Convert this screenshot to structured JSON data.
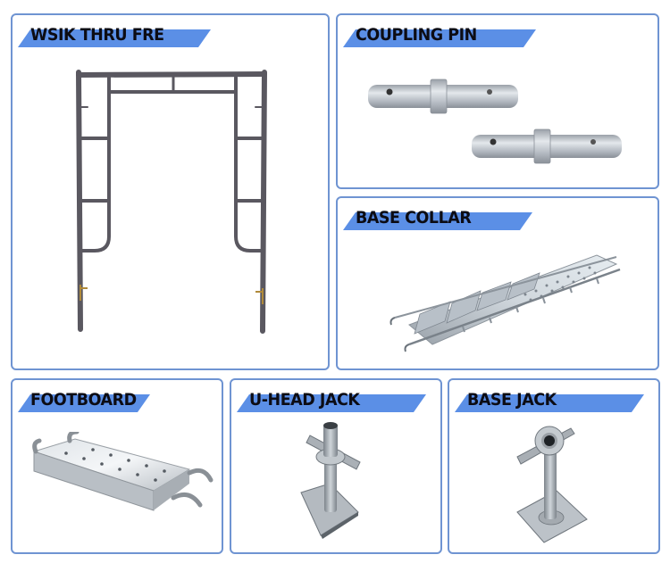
{
  "page": {
    "layout": "scaffolding-product-catalog-grid",
    "accent_color": "#5b8fe6",
    "border_color": "#6f94d2"
  },
  "products": [
    {
      "id": "walk-thru-frame",
      "label": "WSIK THRU FRE",
      "image": "walk-through scaffold frame (dark steel ladder frame with top arch and side rungs)"
    },
    {
      "id": "coupling-pin",
      "label": "COUPLING PIN",
      "image": "two galvanized coupling pins with center collar and holes"
    },
    {
      "id": "base-collar",
      "label": "BASE COLLAR",
      "image": "galvanized perforated stair/plank unit with hooks"
    },
    {
      "id": "footboard",
      "label": "FOOTBOARD",
      "image": "galvanized perforated steel plank with end hooks"
    },
    {
      "id": "u-head-jack",
      "label": "U-HEAD JACK",
      "image": "screw jack with square base plate and wing nut"
    },
    {
      "id": "base-jack",
      "label": "BASE JACK",
      "image": "screw jack with square base plate and handled nut"
    }
  ]
}
